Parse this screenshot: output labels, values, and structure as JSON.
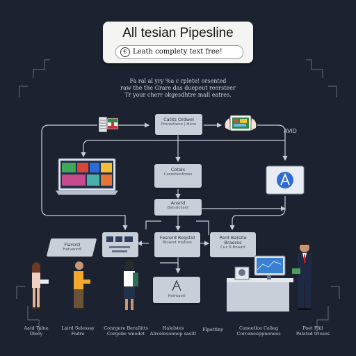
{
  "header": {
    "title": "All tesian Pipesline",
    "subtitle_icon": "€",
    "subtitle": "Leath complety text free!"
  },
  "description": [
    "Fa ral al yry %a c rplete! orsented",
    "raw the the Grare das duepeut reersteer",
    "Tr your cherr okgesdhtre mall eatres."
  ],
  "nodes": {
    "top_center": {
      "title": "Catits Ordwel",
      "sub": "Prerostiane | Hsrw"
    },
    "middle_center": {
      "title": "Cotals",
      "sub": "Casrehonthoss"
    },
    "lower_center": {
      "title": "Ansrld",
      "sub": "Batsdcilaot"
    },
    "row_left": {
      "title": "Fiarsrsl",
      "sub": "Hatvenrdl"
    },
    "row_center_left": {
      "title": "",
      "sub": ""
    },
    "row_center": {
      "title": "Fesrerd Regstid",
      "sub": "Bioaret rnatuss"
    },
    "row_right": {
      "title": "Perd Batstle Braeres",
      "sub": "Cuc 6 Bnaatt"
    },
    "bottom_center": {
      "title": "",
      "sub": "Hsthtaetl"
    }
  },
  "side_label": "AVID",
  "captions": [
    {
      "line1": "Aatd Talne",
      "line2": "Dleey"
    },
    {
      "line1": "Laird Selesssy",
      "line2": "Fadre"
    },
    {
      "line1": "Conrgere Berallitts",
      "line2": "Corgebe wnodet"
    },
    {
      "line1": "Halelstes",
      "line2": "Alrcelesonnep sasitt"
    },
    {
      "line1": "Flpettiny",
      "line2": ""
    },
    {
      "line1": "Caneetlce Calieg",
      "line2": "Corcaneoppnonees"
    },
    {
      "line1": "Paet Fliil",
      "line2": "Palatsd trioses"
    }
  ],
  "colors": {
    "background": "#1c2230",
    "box": "#c9cfd8",
    "line": "#c8ced8",
    "accent_blue": "#2f6bd6"
  }
}
